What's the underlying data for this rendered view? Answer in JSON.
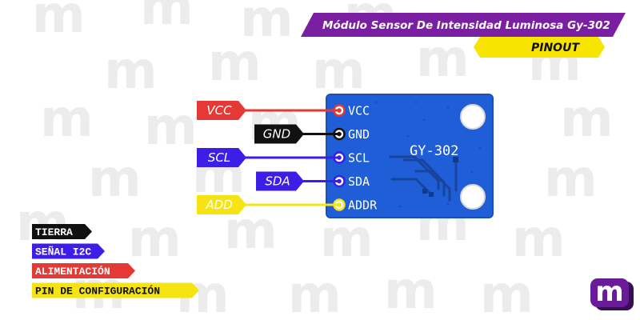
{
  "header": {
    "title": "Módulo Sensor De Intensidad Luminosa Gy-302",
    "subtitle": "PINOUT",
    "title_bg": "#7b1fa2",
    "subtitle_bg": "#f7e400"
  },
  "board": {
    "model": "GY-302",
    "color": "#1f5ed6",
    "pins": [
      {
        "id": "vcc",
        "board_label": "VCC",
        "tag": "VCC",
        "color": "#e53935",
        "text_color": "#ffffff"
      },
      {
        "id": "gnd",
        "board_label": "GND",
        "tag": "GND",
        "color": "#111111",
        "text_color": "#ffffff"
      },
      {
        "id": "scl",
        "board_label": "SCL",
        "tag": "SCL",
        "color": "#3d1ee6",
        "text_color": "#ffffff"
      },
      {
        "id": "sda",
        "board_label": "SDA",
        "tag": "SDA",
        "color": "#3d1ee6",
        "text_color": "#ffffff"
      },
      {
        "id": "addr",
        "board_label": "ADDR",
        "tag": "ADD",
        "color": "#f5e312",
        "text_color": "#ffffff"
      }
    ]
  },
  "legend": [
    {
      "id": "tierra",
      "label": "TIERRA",
      "color": "#111111",
      "text_color": "#ffffff"
    },
    {
      "id": "senal-i2c",
      "label": "SEÑAL I2C",
      "color": "#3d1ee6",
      "text_color": "#ffffff"
    },
    {
      "id": "alimentacion",
      "label": "ALIMENTACIÓN",
      "color": "#e53935",
      "text_color": "#ffffff"
    },
    {
      "id": "pin-config",
      "label": "PIN DE CONFIGURACIÓN",
      "color": "#f5e312",
      "text_color": "#111111"
    }
  ],
  "watermark": {
    "glyph": "m",
    "color": "#ececec"
  },
  "logo": {
    "glyph": "m",
    "color": "#6a1b9a"
  }
}
